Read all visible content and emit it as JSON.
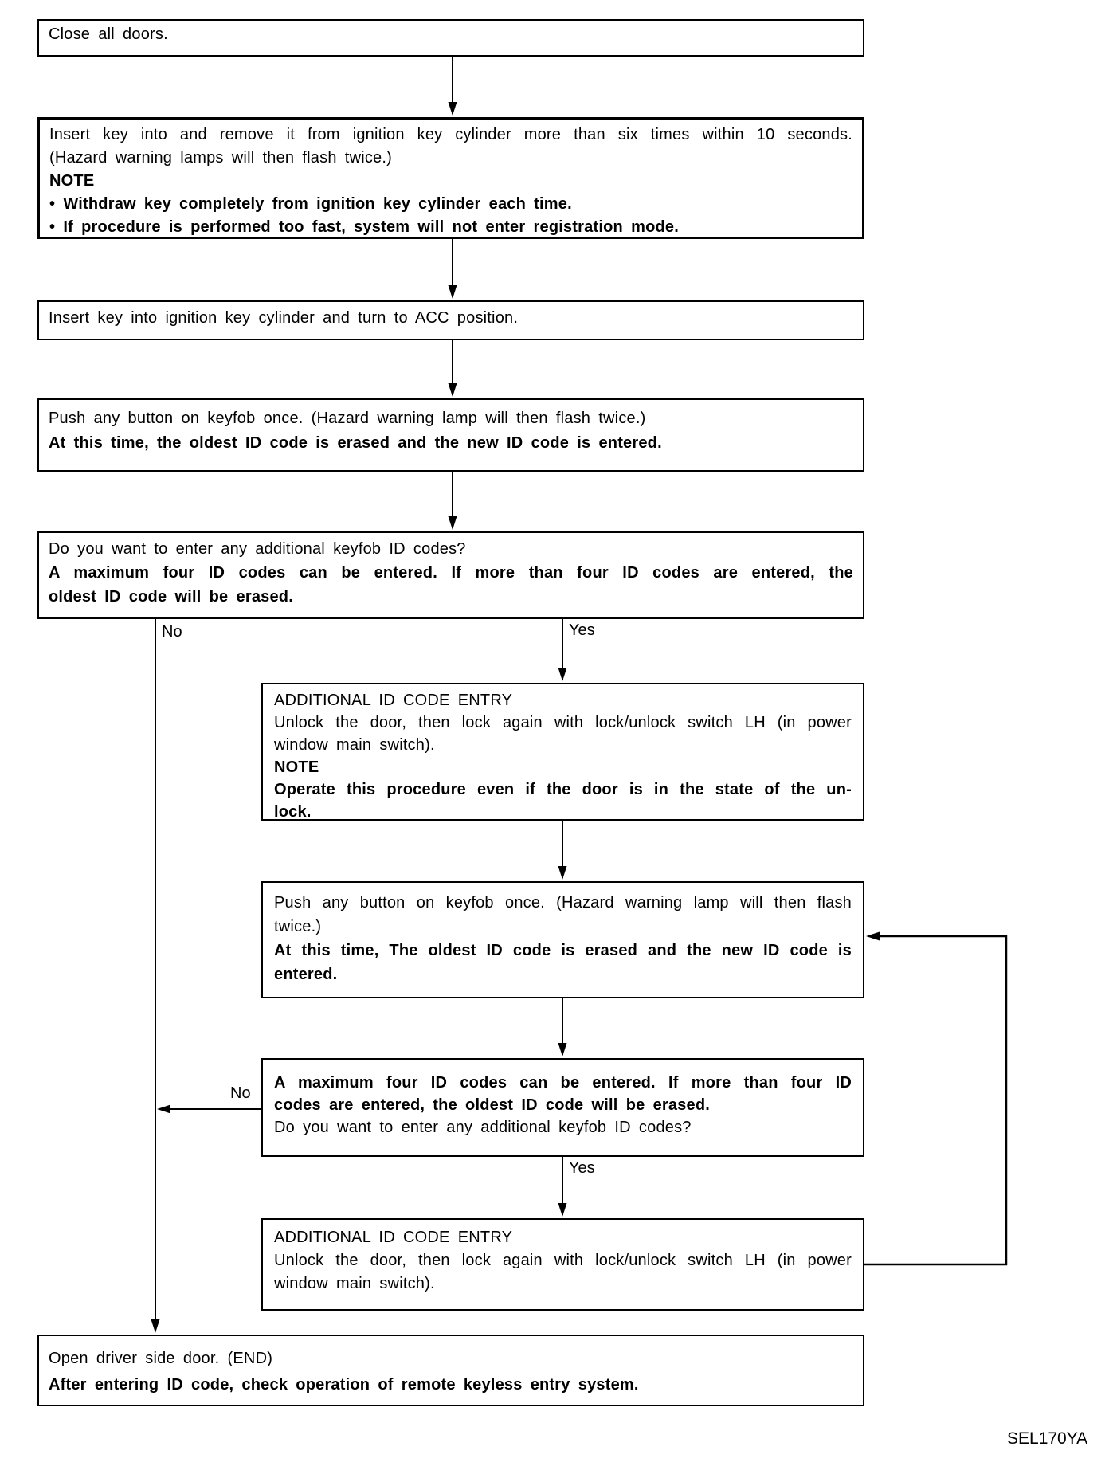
{
  "figure_code": "SEL170YA",
  "branch_labels": {
    "decision1_no": "No",
    "decision1_yes": "Yes",
    "decision2_no": "No",
    "decision2_yes": "Yes"
  },
  "boxes": {
    "close_doors": {
      "lines": [
        "Close all doors."
      ]
    },
    "register_mode": {
      "lines": [
        "Insert key into and remove it from ignition key cylinder more than six times within 10 seconds.",
        "(Hazard warning lamps will then flash twice.)",
        "NOTE",
        "• Withdraw key completely from ignition key cylinder each time.",
        "• If procedure is performed too fast, system will not enter registration mode."
      ]
    },
    "acc_position": {
      "lines": [
        "Insert key into ignition key cylinder and turn to ACC position."
      ]
    },
    "push_keyfob": {
      "lines": [
        "Push any button on keyfob once. (Hazard warning lamp will then flash twice.)",
        "At this time, the oldest ID code is erased and the new ID code is entered."
      ]
    },
    "additional_question": {
      "lines": [
        "Do you want to enter any additional keyfob ID codes?",
        "A maximum four ID codes can be entered. If more than four ID codes are entered, the",
        "oldest ID code will be erased."
      ]
    },
    "additional_entry": {
      "lines": [
        "ADDITIONAL ID CODE ENTRY",
        "Unlock the door, then lock again with lock/unlock switch LH (in power",
        "window main switch).",
        "NOTE",
        "Operate this procedure even if the door is in the state of the un-",
        "lock."
      ]
    },
    "push_keyfob_2": {
      "lines": [
        "Push any button on keyfob once. (Hazard warning lamp will then flash",
        "twice.)",
        "At this time, The oldest ID code is erased and the new ID code is",
        "entered."
      ]
    },
    "additional_question_2": {
      "lines": [
        "A maximum four ID codes can be entered. If more than four ID",
        "codes are entered, the oldest ID code will be erased.",
        "Do you want to enter any additional keyfob ID codes?"
      ]
    },
    "additional_entry_2": {
      "lines": [
        "ADDITIONAL ID CODE ENTRY",
        "Unlock the door, then lock again with lock/unlock switch LH (in power",
        "window main switch)."
      ]
    },
    "open_door": {
      "lines": [
        "Open driver side door. (END)",
        "After entering ID code, check operation of remote keyless entry system."
      ]
    }
  }
}
